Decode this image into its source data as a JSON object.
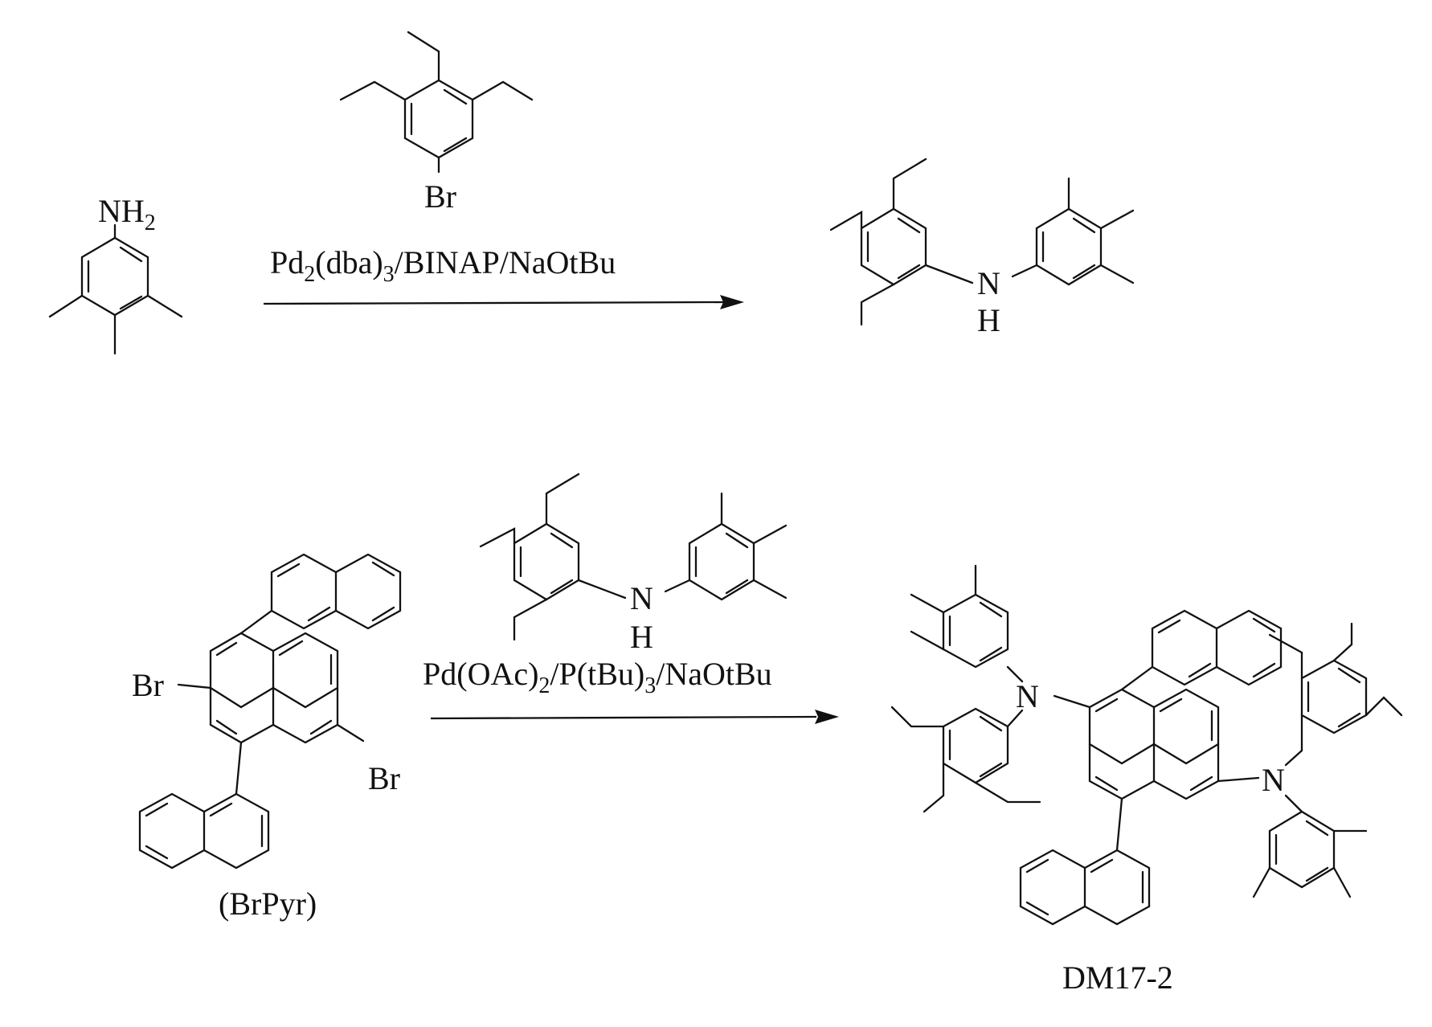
{
  "reaction_1": {
    "reactant_amine_label": "NH",
    "reactant_amine_subscript": "2",
    "reagent_halide_label": "Br",
    "conditions": {
      "part1": "Pd",
      "sub1": "2",
      "part2": "(dba)",
      "sub2": "3",
      "part3": "/BINAP/NaOtBu"
    },
    "product_n_label": "N",
    "product_h_label": "H"
  },
  "reaction_2": {
    "starting_br_label_1": "Br",
    "starting_br_label_2": "Br",
    "starting_compound_name": "(BrPyr)",
    "reagent_n_label": "N",
    "reagent_h_label": "H",
    "conditions": {
      "part1": "Pd(OAc)",
      "sub1": "2",
      "part2": "/P(tBu)",
      "sub2": "3",
      "part3": "/NaOtBu"
    },
    "product_n_label_1": "N",
    "product_n_label_2": "N",
    "product_name": "DM17-2"
  }
}
